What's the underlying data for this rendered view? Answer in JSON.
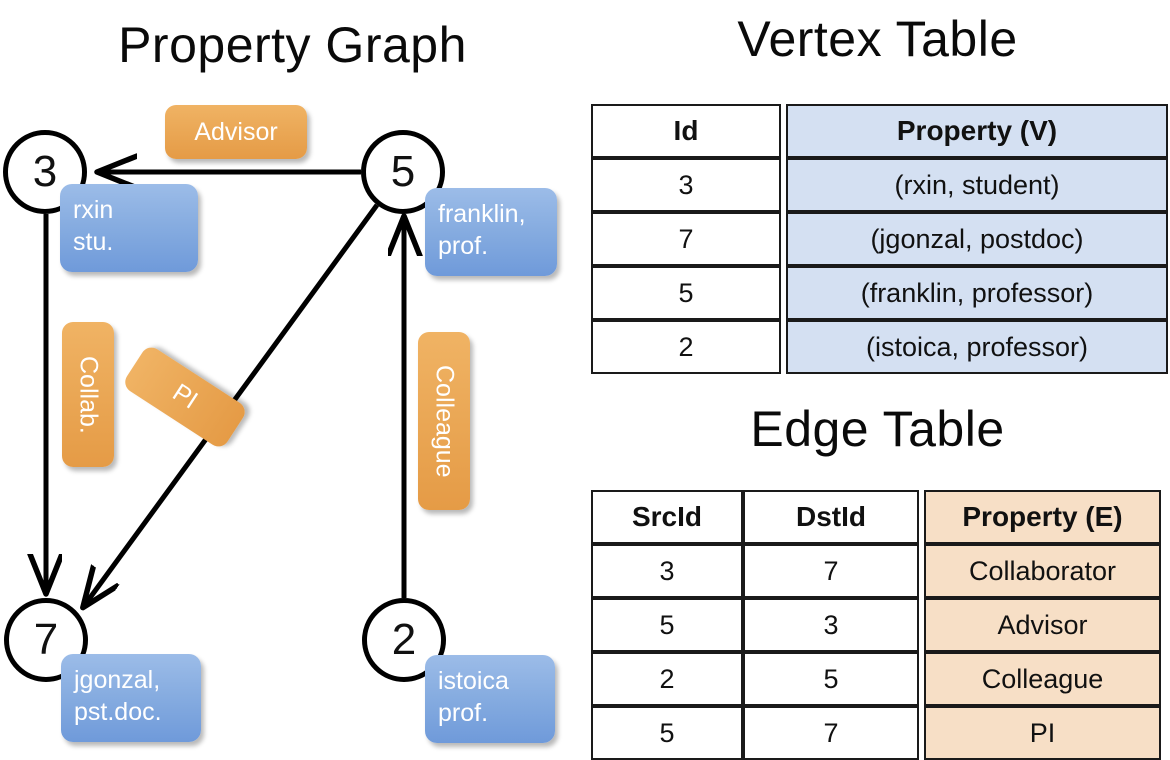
{
  "titles": {
    "property_graph": "Property Graph",
    "vertex_table": "Vertex Table",
    "edge_table": "Edge Table"
  },
  "colors": {
    "vertex_property_fill": "#d4e0f2",
    "edge_property_fill": "#f7dfc6",
    "chip_blue": "#86ace0",
    "chip_orange": "#eaa755",
    "stroke": "#000000"
  },
  "graph": {
    "vertices": [
      {
        "id": "3",
        "property_lines": [
          "rxin",
          "stu."
        ]
      },
      {
        "id": "5",
        "property_lines": [
          "franklin,",
          "prof."
        ]
      },
      {
        "id": "7",
        "property_lines": [
          "jgonzal,",
          "pst.doc."
        ]
      },
      {
        "id": "2",
        "property_lines": [
          "istoica",
          "prof."
        ]
      }
    ],
    "edge_labels": [
      {
        "label": "Advisor",
        "orientation": "horizontal"
      },
      {
        "label": "Collab.",
        "orientation": "vertical"
      },
      {
        "label": "PI",
        "orientation": "rotated"
      },
      {
        "label": "Colleague",
        "orientation": "vertical"
      }
    ]
  },
  "vertex_table": {
    "headers": [
      "Id",
      "Property (V)"
    ],
    "rows": [
      {
        "id": "3",
        "property": "(rxin, student)"
      },
      {
        "id": "7",
        "property": "(jgonzal, postdoc)"
      },
      {
        "id": "5",
        "property": "(franklin, professor)"
      },
      {
        "id": "2",
        "property": "(istoica, professor)"
      }
    ]
  },
  "edge_table": {
    "headers": [
      "SrcId",
      "DstId",
      "Property (E)"
    ],
    "rows": [
      {
        "src": "3",
        "dst": "7",
        "property": "Collaborator"
      },
      {
        "src": "5",
        "dst": "3",
        "property": "Advisor"
      },
      {
        "src": "2",
        "dst": "5",
        "property": "Colleague"
      },
      {
        "src": "5",
        "dst": "7",
        "property": "PI"
      }
    ]
  }
}
